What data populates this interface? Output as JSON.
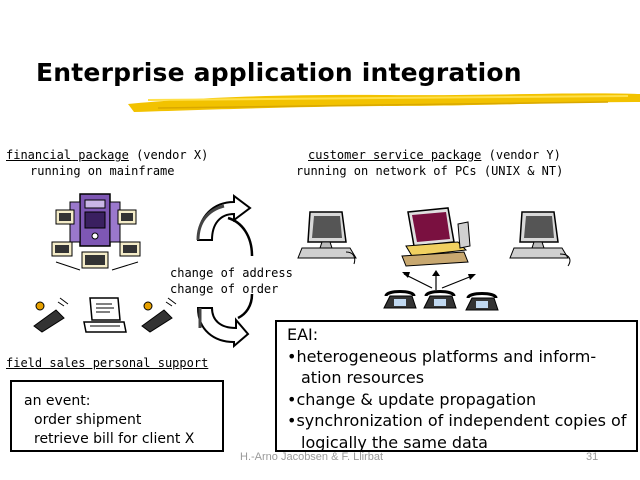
{
  "slide": {
    "title": "Enterprise application integration",
    "footer": "H.-Arno Jacobsen & F. Llirbat",
    "page_number": "31"
  },
  "financial": {
    "name": "financial package",
    "vendor": "(vendor X)",
    "platform": "running on mainframe"
  },
  "customer": {
    "name": "customer service package",
    "vendor": "(vendor Y)",
    "platform": "running on network of PCs",
    "os": "(UNIX & NT)"
  },
  "changes": {
    "line1": "change of address",
    "line2": "change of order"
  },
  "field_sales": {
    "label": "field sales personal support"
  },
  "event_box": {
    "heading": "an event:",
    "line1": "order shipment",
    "line2": "retrieve bill for client X"
  },
  "eai_box": {
    "heading": "EAI:",
    "bullet1_a": "•heterogeneous platforms and inform-",
    "bullet1_b": "ation resources",
    "bullet2": "•change & update propagation",
    "bullet3_a": "•synchronization of independent copies of",
    "bullet3_b": "logically the same data"
  },
  "icons": {
    "mainframe": "mainframe-cluster-icon",
    "pc": "desktop-pc-icon",
    "server": "server-computer-icon",
    "phone": "telephone-icon",
    "mobile": "mobile-phone-icon",
    "laptop": "laptop-icon",
    "arrows": "circular-arrows-icon"
  },
  "colors": {
    "brush": "#f2c200",
    "mainframe": "#7e57b4",
    "screen": "#7a1040"
  }
}
